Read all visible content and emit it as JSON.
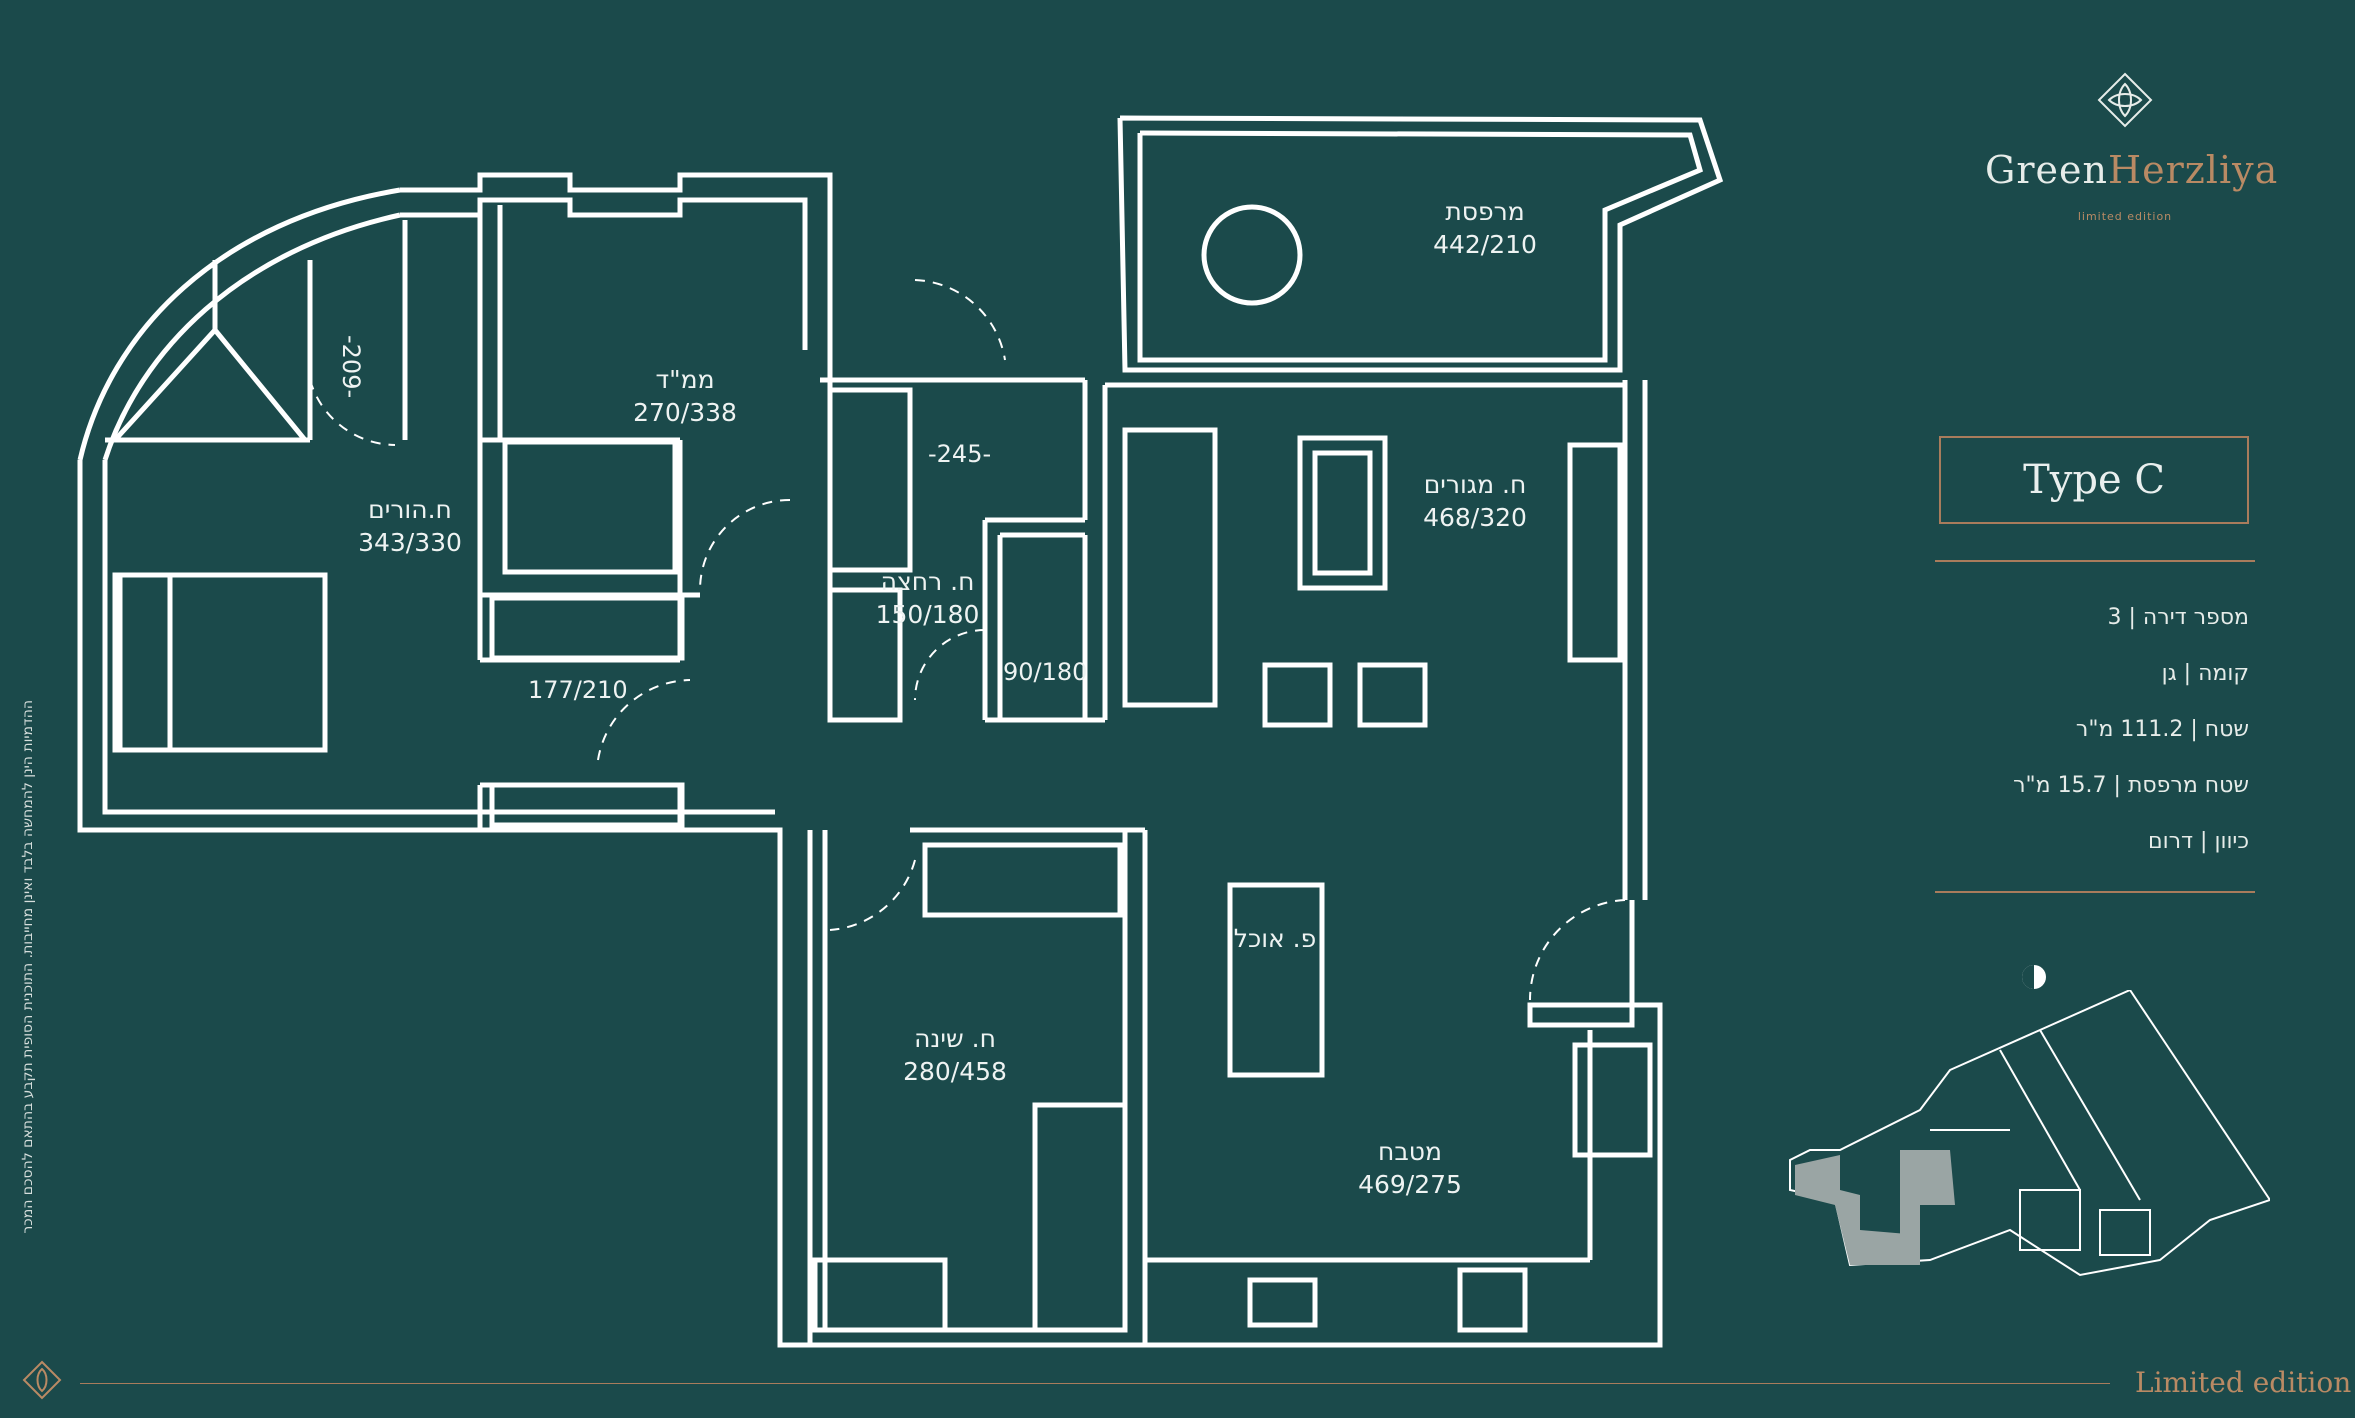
{
  "brand": {
    "name_main": "Green",
    "name_accent": "Herzliya",
    "tagline": "limited edition"
  },
  "type": "Type C",
  "info": [
    "מספר דירה | 3",
    "קומה | גן",
    "שטח | 111.2 מ\"ר",
    "שטח מרפסת | 15.7 מ\"ר",
    "כיוון | דרום"
  ],
  "rooms": {
    "balcony": {
      "name": "מרפסת",
      "dim": "442/210"
    },
    "safe_room": {
      "name": "ממ\"ד",
      "dim": "270/338"
    },
    "master": {
      "name": "ח.הורים",
      "dim": "343/330"
    },
    "living": {
      "name": "ח. מגורים",
      "dim": "468/320"
    },
    "bath": {
      "name": "ח. רחצה",
      "dim": "150/180"
    },
    "bedroom": {
      "name": "ח. שינה",
      "dim": "280/458"
    },
    "dining": {
      "name": "פ. אוכל"
    },
    "kitchen": {
      "name": "מטבח",
      "dim": "469/275"
    }
  },
  "dims": {
    "d209": "-209-",
    "d245": "-245-",
    "d177": "177/210",
    "d90": "90/180"
  },
  "footer": {
    "edition": "Limited edition",
    "disclaimer": "ההדמיות הינן להמחשה בלבד ואינן מחייבות. התוכנית הסופית תקבע בהתאם להסכם המכר"
  },
  "colors": {
    "background": "#1b4a4b",
    "walls": "#ffffff",
    "accent": "#a97c5c"
  }
}
